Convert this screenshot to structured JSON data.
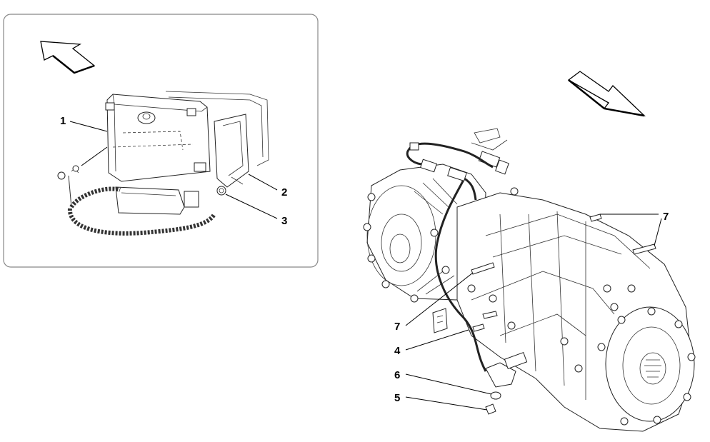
{
  "diagram": {
    "callouts": {
      "inset_1": "1",
      "inset_2": "2",
      "inset_3": "3",
      "main_7_top": "7",
      "main_7_left": "7",
      "main_4": "4",
      "main_6": "6",
      "main_5": "5"
    },
    "colors": {
      "line": "#000000",
      "inset_border": "#888888",
      "background": "#ffffff"
    },
    "icons": [
      "direction-arrow-icon"
    ]
  }
}
